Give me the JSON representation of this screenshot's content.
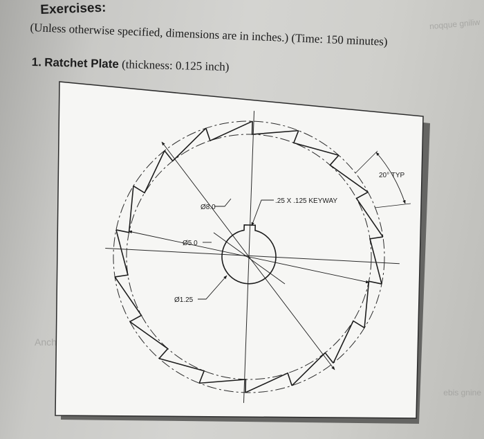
{
  "document": {
    "heading": "Exercises:",
    "subtitle": "(Unless otherwise specified, dimensions are in inches.) (Time: 150 minutes)",
    "exercise": {
      "number": "1.",
      "name": "Ratchet Plate",
      "detail": "(thickness: 0.125 inch)"
    }
  },
  "drawing": {
    "tooth_count": 18,
    "callouts": {
      "outer_diameter": "Ø8.0",
      "root_diameter": "Ø5.0",
      "bore_diameter": "Ø1.25",
      "keyway": ".25 X .125 KEYWAY",
      "tooth_angle": "20° TYP"
    }
  },
  "background_text": {
    "top_right": "noqque gniliw",
    "bottom_right": "ebis gnine",
    "left": "Anchor Bo"
  }
}
